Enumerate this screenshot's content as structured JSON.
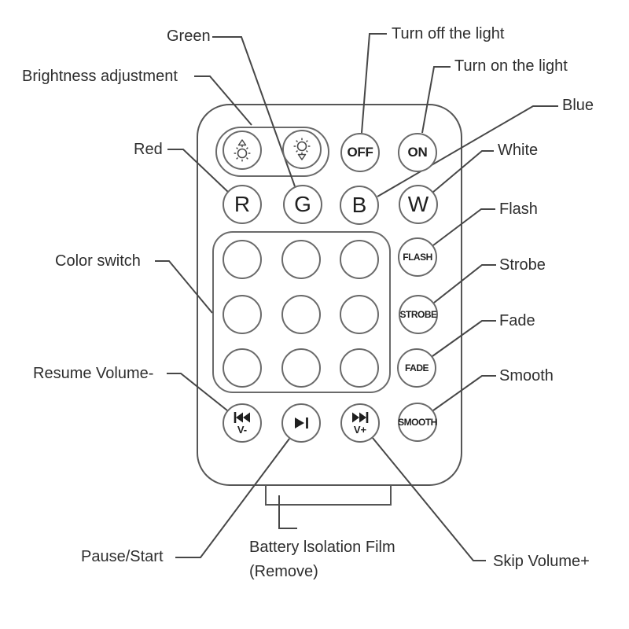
{
  "colors": {
    "background": "#ffffff",
    "line": "#474747",
    "outline": "#565656",
    "button_outline": "#6a6a6a",
    "text": "#2e2e2e"
  },
  "remote": {
    "buttons": {
      "off": "OFF",
      "on": "ON",
      "red": "R",
      "green": "G",
      "blue": "B",
      "white": "W",
      "flash": "FLASH",
      "strobe": "STROBE",
      "fade": "FADE",
      "smooth": "SMOOTH",
      "volume_down": "V-",
      "volume_up": "V+"
    },
    "icons": {
      "brightness_up": "sun-brightness-up-icon",
      "brightness_down": "sun-brightness-down-icon",
      "volume_down": "skip-back-icon",
      "play_pause": "play-pause-icon",
      "volume_up": "skip-forward-icon"
    },
    "color_grid": {
      "rows": 3,
      "cols": 3
    }
  },
  "annotations": {
    "green": "Green",
    "turn_off": "Turn off the light",
    "turn_on": "Turn on the light",
    "brightness": "Brightness adjustment",
    "blue": "Blue",
    "red": "Red",
    "white": "White",
    "flash": "Flash",
    "color_switch": "Color switch",
    "strobe": "Strobe",
    "fade": "Fade",
    "resume_volume": "Resume Volume-",
    "smooth": "Smooth",
    "pause_start": "Pause/Start",
    "battery_line1": "Battery lsolation Film",
    "battery_line2": "(Remove)",
    "skip_volume": "Skip Volume+"
  }
}
